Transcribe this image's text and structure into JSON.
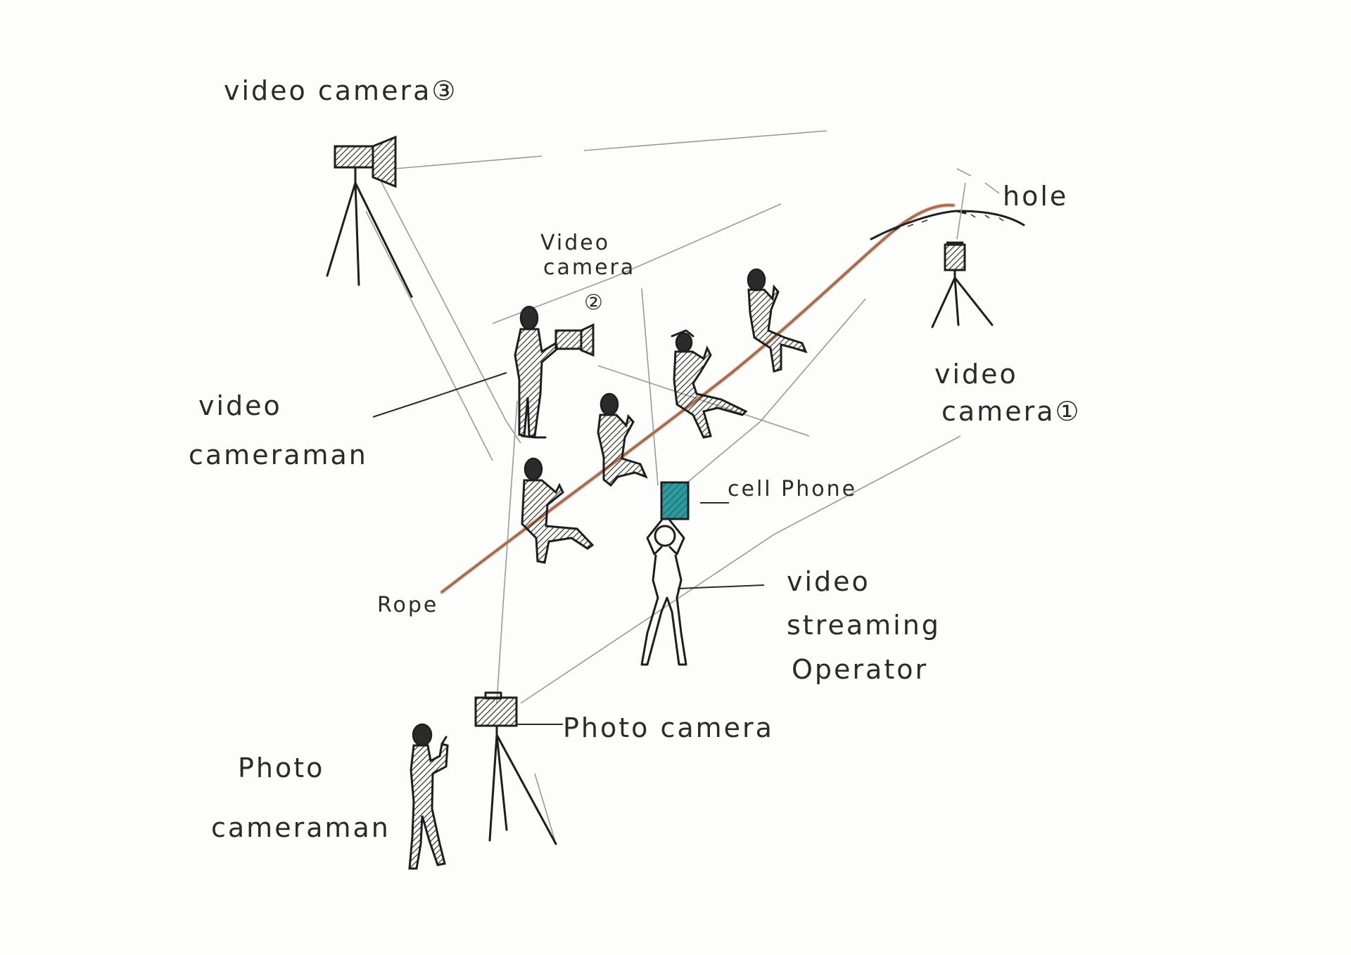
{
  "labels": {
    "video_camera_3": "video camera③",
    "video_camera_2": "Video camera ②",
    "video_camera_1": "video camera①",
    "hole": "hole",
    "video_cameraman": "video cameraman",
    "rope": "Rope",
    "cell_phone": "cell Phone",
    "video_streaming_operator": "video streaming Operator",
    "photo_camera": "Photo camera",
    "photo_cameraman": "Photo cameraman"
  },
  "colors": {
    "rope": "#c98a6e",
    "cell_phone": "#2e9aa0",
    "ink": "#1e1e1e",
    "pencil": "#9a9a9a"
  }
}
